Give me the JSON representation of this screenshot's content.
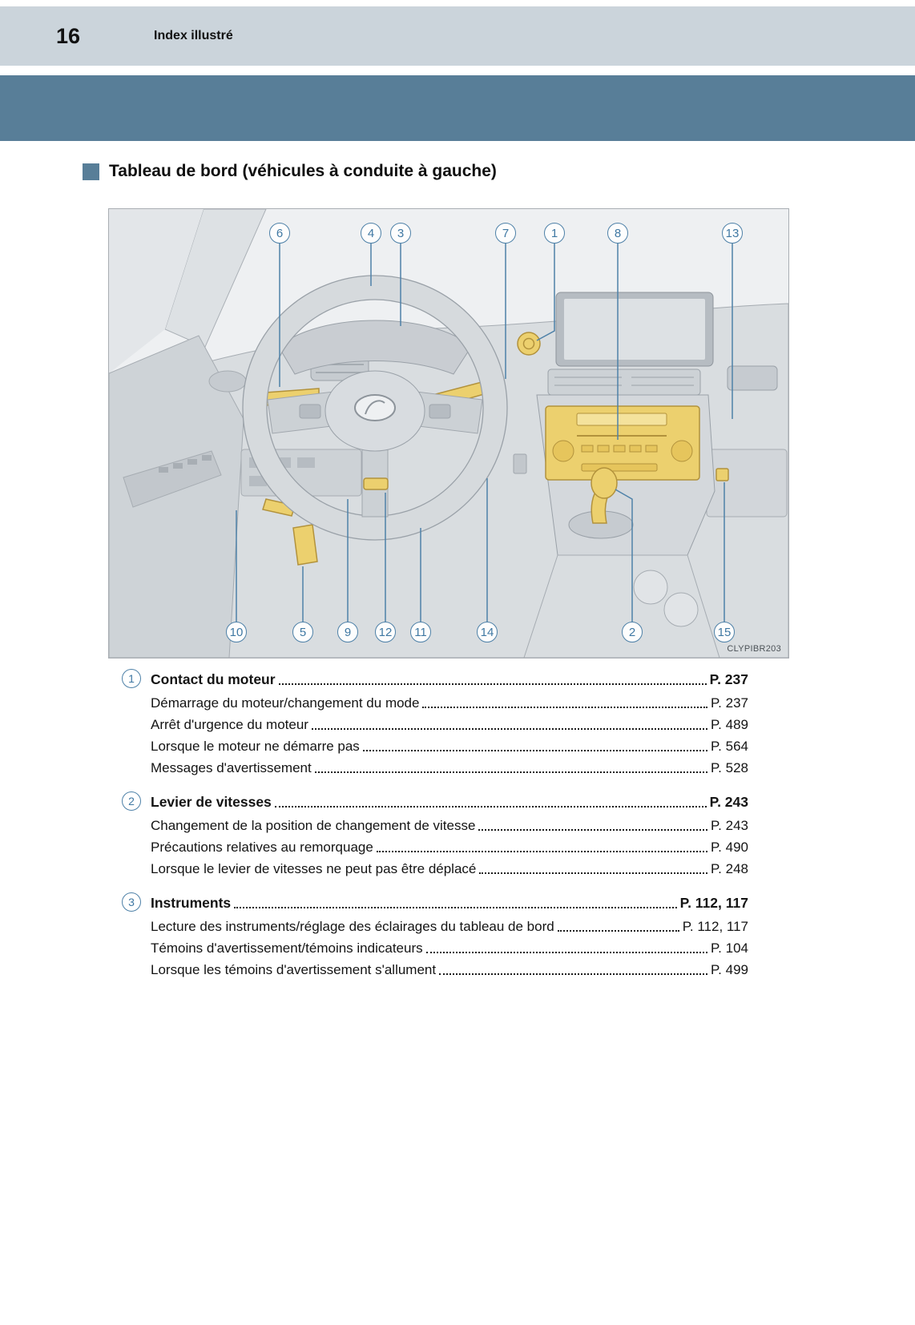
{
  "header": {
    "page_number": "16",
    "section": "Index illustré"
  },
  "figure": {
    "heading": "Tableau de bord (véhicules à conduite à gauche)",
    "code": "CLYPIBR203"
  },
  "theme": {
    "band_light": "#cbd4db",
    "band_dark": "#587e98",
    "callout_blue": "#4e81a8",
    "highlight_yellow": "#ecd06e"
  },
  "callouts": {
    "top": [
      "6",
      "4",
      "3",
      "7",
      "1",
      "8",
      "13"
    ],
    "bottom": [
      "10",
      "5",
      "9",
      "12",
      "11",
      "14",
      "2",
      "15"
    ]
  },
  "index": [
    {
      "num": "1",
      "title": "Contact du moteur",
      "page": "P. 237",
      "subitems": [
        {
          "label": "Démarrage du moteur/changement du mode",
          "page": "P. 237"
        },
        {
          "label": "Arrêt d'urgence du moteur",
          "page": "P. 489"
        },
        {
          "label": "Lorsque le moteur ne démarre pas",
          "page": "P. 564"
        },
        {
          "label": "Messages d'avertissement",
          "page": "P. 528"
        }
      ]
    },
    {
      "num": "2",
      "title": "Levier de vitesses",
      "page": "P. 243",
      "subitems": [
        {
          "label": "Changement de la position de changement de vitesse",
          "page": "P. 243"
        },
        {
          "label": "Précautions relatives au remorquage",
          "page": "P. 490"
        },
        {
          "label": "Lorsque le levier de vitesses ne peut pas être déplacé",
          "page": "P. 248"
        }
      ]
    },
    {
      "num": "3",
      "title": "Instruments",
      "page": "P. 112, 117",
      "subitems": [
        {
          "label": "Lecture des instruments/réglage des éclairages du tableau de bord",
          "page": "P. 112, 117"
        },
        {
          "label": "Témoins d'avertissement/témoins indicateurs",
          "page": "P. 104"
        },
        {
          "label": "Lorsque les témoins d'avertissement s'allument",
          "page": "P. 499"
        }
      ]
    }
  ]
}
